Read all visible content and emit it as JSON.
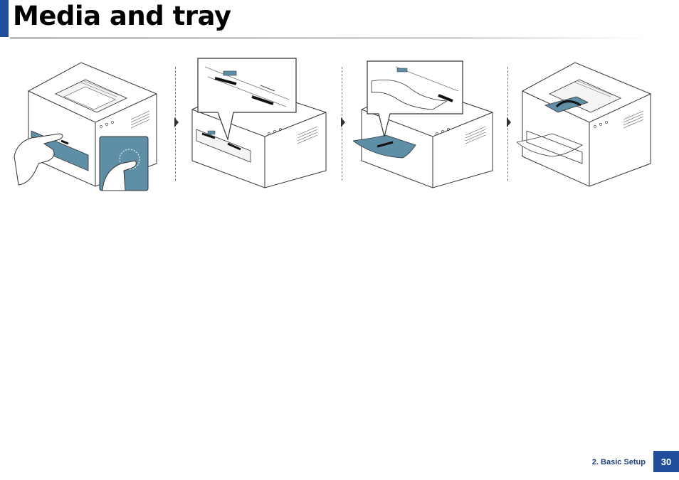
{
  "page": {
    "title": "Media and tray",
    "section": "2. Basic Setup",
    "page_number": "30"
  },
  "colors": {
    "accent": "#1f4e9c",
    "highlight": "#5f8fa6",
    "line": "#333333"
  },
  "steps": [
    {
      "name": "squeeze-tray-release-lever",
      "icons": [
        "printer-icon",
        "hand-icon",
        "zoom-callout-icon"
      ]
    },
    {
      "name": "adjust-paper-guides",
      "icons": [
        "printer-icon",
        "guide-arrows-icon",
        "zoom-callout-icon"
      ]
    },
    {
      "name": "insert-paper",
      "icons": [
        "printer-icon",
        "paper-icon",
        "zoom-callout-icon"
      ]
    },
    {
      "name": "raise-output-support",
      "icons": [
        "printer-icon",
        "rotate-arrow-icon",
        "paper-icon"
      ]
    }
  ]
}
